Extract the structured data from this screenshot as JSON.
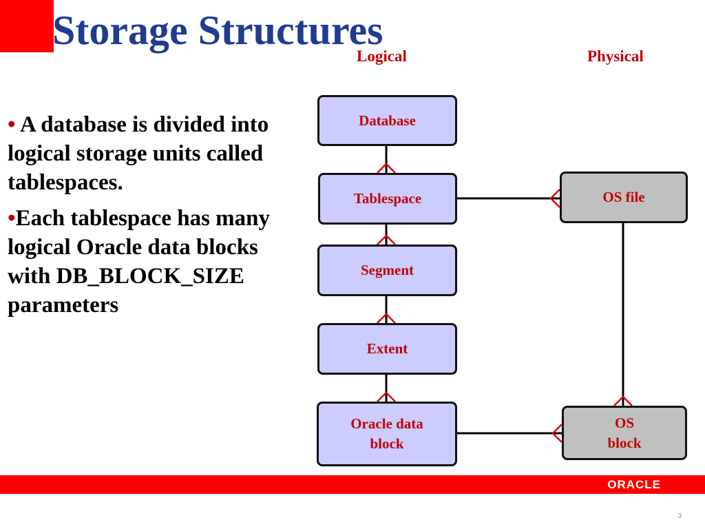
{
  "slide": {
    "title": "Storage Structures",
    "logical_label": "Logical",
    "physical_label": "Physical",
    "page_number": "3"
  },
  "bullets": [
    {
      "marker": "•",
      "text": " A database is divided into logical storage units called tablespaces."
    },
    {
      "marker": "•",
      "text": "Each tablespace has many logical Oracle data blocks with DB_BLOCK_SIZE parameters"
    }
  ],
  "diagram": {
    "logical_boxes": [
      {
        "id": "database",
        "lines": [
          "Database"
        ]
      },
      {
        "id": "tablespace",
        "lines": [
          "Tablespace"
        ]
      },
      {
        "id": "segment",
        "lines": [
          "Segment"
        ]
      },
      {
        "id": "extent",
        "lines": [
          "Extent"
        ]
      },
      {
        "id": "oracle-data-block",
        "lines": [
          "Oracle data",
          "block"
        ]
      }
    ],
    "physical_boxes": [
      {
        "id": "os-file",
        "lines": [
          "OS file"
        ]
      },
      {
        "id": "os-block",
        "lines": [
          "OS",
          "block"
        ]
      }
    ]
  },
  "footer": {
    "logo_text": "ORACLE"
  },
  "colors": {
    "accent_red": "#ff0000",
    "label_red": "#c00000",
    "title_blue": "#1f3c91",
    "logical_fill": "#ccccff",
    "physical_fill": "#c0c0c0"
  },
  "icons": [
    "crows-foot-connector"
  ]
}
